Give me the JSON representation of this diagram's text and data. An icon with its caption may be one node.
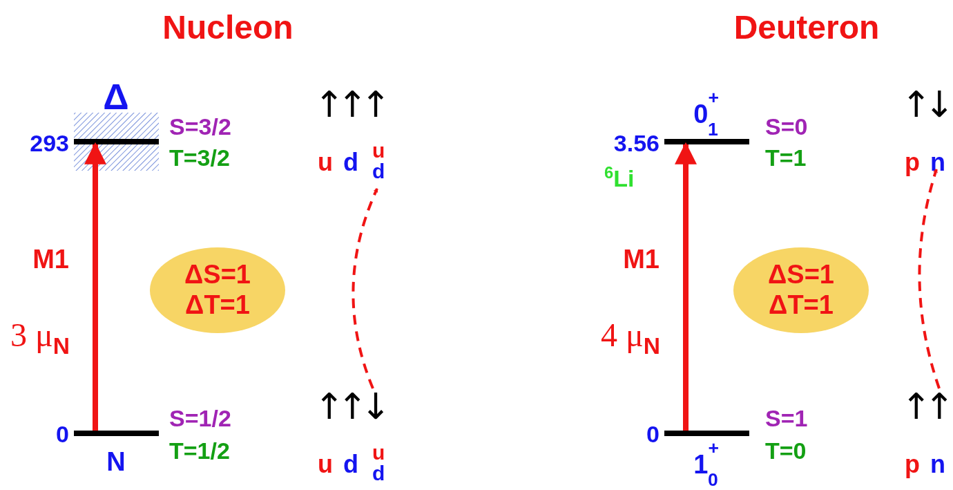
{
  "diagram": {
    "nodes": [
      {
        "text": [],
        "shape": "bar",
        "beside": [
          "Δ",
          "293",
          "S=3/2",
          "T=3/2"
        ]
      },
      {
        "text": [
          "↑↑↑",
          "u",
          "d",
          "u",
          "d"
        ]
      },
      {
        "text": [
          "ΔS=1",
          "ΔT=1"
        ]
      },
      {
        "text": [],
        "shape": "bar",
        "beside": [
          "0",
          "N",
          "S=1/2",
          "T=1/2"
        ]
      },
      {
        "text": [
          "↑↑↓",
          "u",
          "d",
          "u",
          "d"
        ]
      },
      {
        "text": [],
        "shape": "bar",
        "beside": [
          "0$^{+}$$_{1}$",
          "3.56",
          "$^{6}$Li",
          "S=0",
          "T=1"
        ]
      },
      {
        "text": [
          "↑↓",
          "p",
          "n"
        ]
      },
      {
        "text": [
          "ΔS=1",
          "ΔT=1"
        ]
      },
      {
        "text": [],
        "shape": "bar",
        "beside": [
          "0",
          "1$^{+}$$_{0}$",
          "S=1",
          "T=0"
        ]
      },
      {
        "text": [
          "↑↑",
          "p",
          "n"
        ]
      }
    ],
    "edges": [
      {
        "from": 3,
        "to": 0,
        "arrow": "to",
        "label": "M1",
        "style": "thick"
      },
      {
        "from": 4,
        "to": 1,
        "arrow": "to",
        "style": "dashed"
      },
      {
        "from": 8,
        "to": 5,
        "arrow": "to",
        "label": "M1",
        "style": "thick"
      },
      {
        "from": 9,
        "to": 6,
        "arrow": "to",
        "style": "dashed"
      }
    ],
    "labels": [
      "Nucleon",
      "Deuteron",
      "3 μ$_{N}$",
      "4 μ$_{N}$"
    ]
  }
}
